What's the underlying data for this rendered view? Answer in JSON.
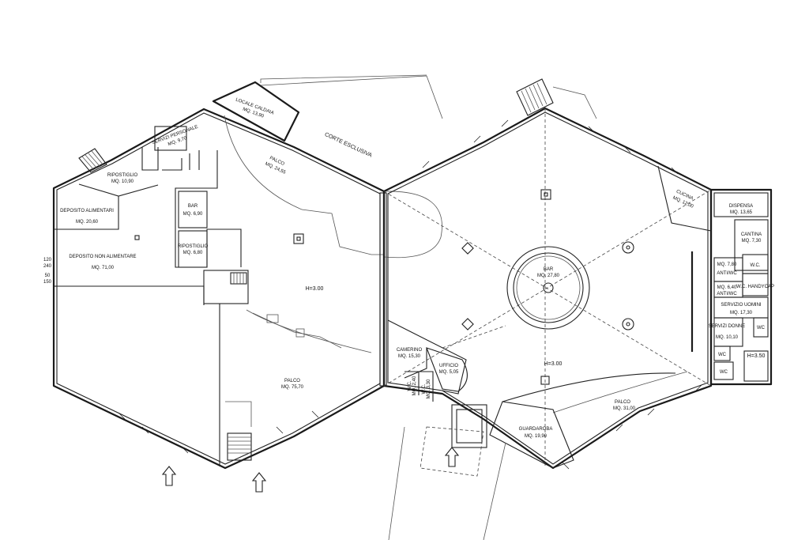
{
  "rooms": {
    "ripostiglio_top": {
      "name": "RIPOSTIGLIO",
      "area": "MQ. 10,90"
    },
    "servizi_personale": {
      "name": "SERVIZI PERSONALE",
      "area": "MQ. 9,70"
    },
    "locale_caldaia": {
      "name": "LOCALE CALDAIA",
      "area": "MQ. 13,90"
    },
    "corte_esclusiva": {
      "name": "CORTE ESCLUSIVA"
    },
    "palco_top": {
      "name": "PALCO",
      "area": "MQ. 24,55"
    },
    "deposito_alimentari": {
      "name": "DEPOSITO ALIMENTARI",
      "area": "MQ. 20,60"
    },
    "bar_small": {
      "name": "BAR",
      "area": "MQ. 6,90"
    },
    "ripostiglio_mid": {
      "name": "RIPOSTIGLIO",
      "area": "MQ. 6,80"
    },
    "deposito_non_alimentare": {
      "name": "DEPOSITO NON ALIMENTARE",
      "area": "MQ. 71,00"
    },
    "height_left": {
      "name": "H=3.00"
    },
    "palco_left": {
      "name": "PALCO",
      "area": "MQ. 75,70"
    },
    "camerino": {
      "name": "CAMERINO",
      "area": "MQ. 15,30"
    },
    "ufficio": {
      "name": "UFFICIO",
      "area": "MQ. 5,05"
    },
    "wc_a": {
      "name": "W.C.",
      "area": "MQ. 2,40"
    },
    "wc_b": {
      "name": "W.C.",
      "area": "MQ. 3,30"
    },
    "bar_main": {
      "name": "BAR",
      "area": "MQ. 27,80"
    },
    "height_right": {
      "name": "H=3.00"
    },
    "cucina": {
      "name": "CUCINA",
      "area": "MQ. 12,00"
    },
    "dispensa": {
      "name": "DISPENSA",
      "area": "MQ. 13,65"
    },
    "cantina": {
      "name": "CANTINA",
      "area": "MQ. 7,30"
    },
    "antiwc_1": {
      "name": "ANTI/WC",
      "area": "MQ. 7,80"
    },
    "wc_right": {
      "name": "W.C."
    },
    "wc_handy": {
      "name": "W.C. HANDYCAP"
    },
    "antiwc_2": {
      "name": "ANTI/WC",
      "area": "MQ. 6,40"
    },
    "servizi_uomini": {
      "name": "SERVIZIO UOMINI",
      "area": "MQ. 17,30"
    },
    "servizi_donne": {
      "name": "SERVIZI DONNE",
      "area": "MQ. 10,10"
    },
    "wc_s1": {
      "name": "WC"
    },
    "wc_s2": {
      "name": "WC"
    },
    "wc_s3": {
      "name": "WC"
    },
    "height_wc": {
      "name": "H=3.50"
    },
    "palco_right": {
      "name": "PALCO",
      "area": "MQ. 31,00"
    },
    "guardaroba": {
      "name": "GUARDAROBA",
      "area": "MQ. 19,90"
    }
  },
  "dimensions": {
    "d1": "120",
    "d2": "240",
    "d3": "50",
    "d4": "150"
  },
  "colors": {
    "ink": "#1a1a1a",
    "paper": "#ffffff"
  }
}
